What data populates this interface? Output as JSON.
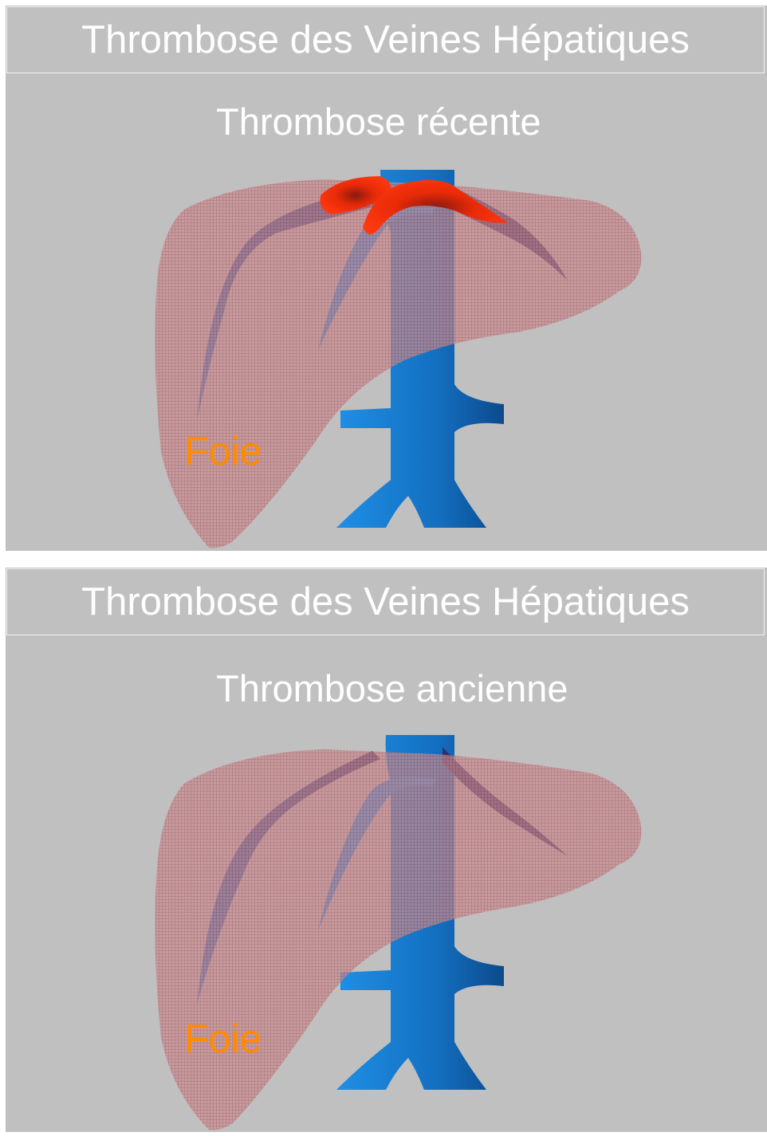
{
  "slides": [
    {
      "title": "Thrombose des Veines Hépatiques",
      "subtitle": "Thrombose récente",
      "organ_label": "Foie"
    },
    {
      "title": "Thrombose des Veines Hépatiques",
      "subtitle": "Thrombose ancienne",
      "organ_label": "Foie"
    }
  ],
  "colors": {
    "slide_background": "#c0c0c0",
    "liver": "#c98d91",
    "vein": "#1a78c8",
    "vein_dark": "#3a3a7a",
    "thrombus": "#ff2200",
    "label": "#ff8c00",
    "text": "#ffffff"
  }
}
